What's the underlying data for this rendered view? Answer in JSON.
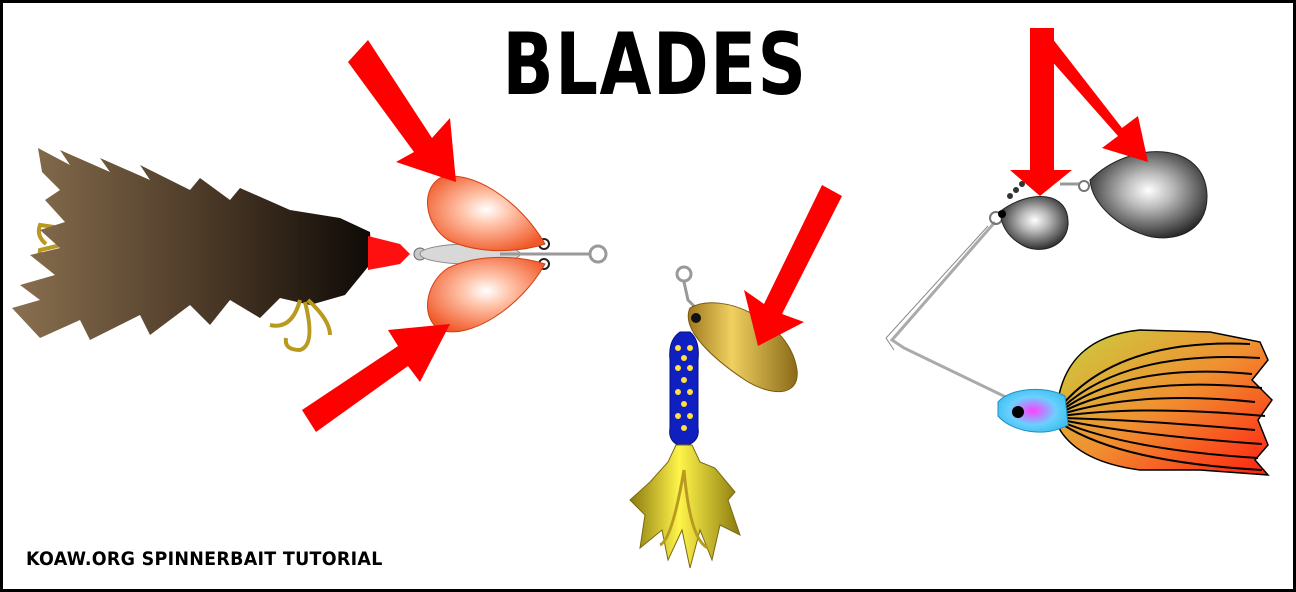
{
  "title": "BLADES",
  "caption": "KOAW.ORG SPINNERBAIT TUTORIAL",
  "watermark": "KOAW.ORG",
  "colors": {
    "arrow": "#ff0000",
    "border": "#000000",
    "background": "#ffffff"
  },
  "illustrations": [
    {
      "name": "inline-spinner-with-hair-tail",
      "blade": "twin-orange-blades"
    },
    {
      "name": "inline-spinner-with-gold-blade",
      "blade": "gold-willow-blade"
    },
    {
      "name": "tandem-spinnerbait",
      "blade": "silver-colorado-blades"
    }
  ]
}
